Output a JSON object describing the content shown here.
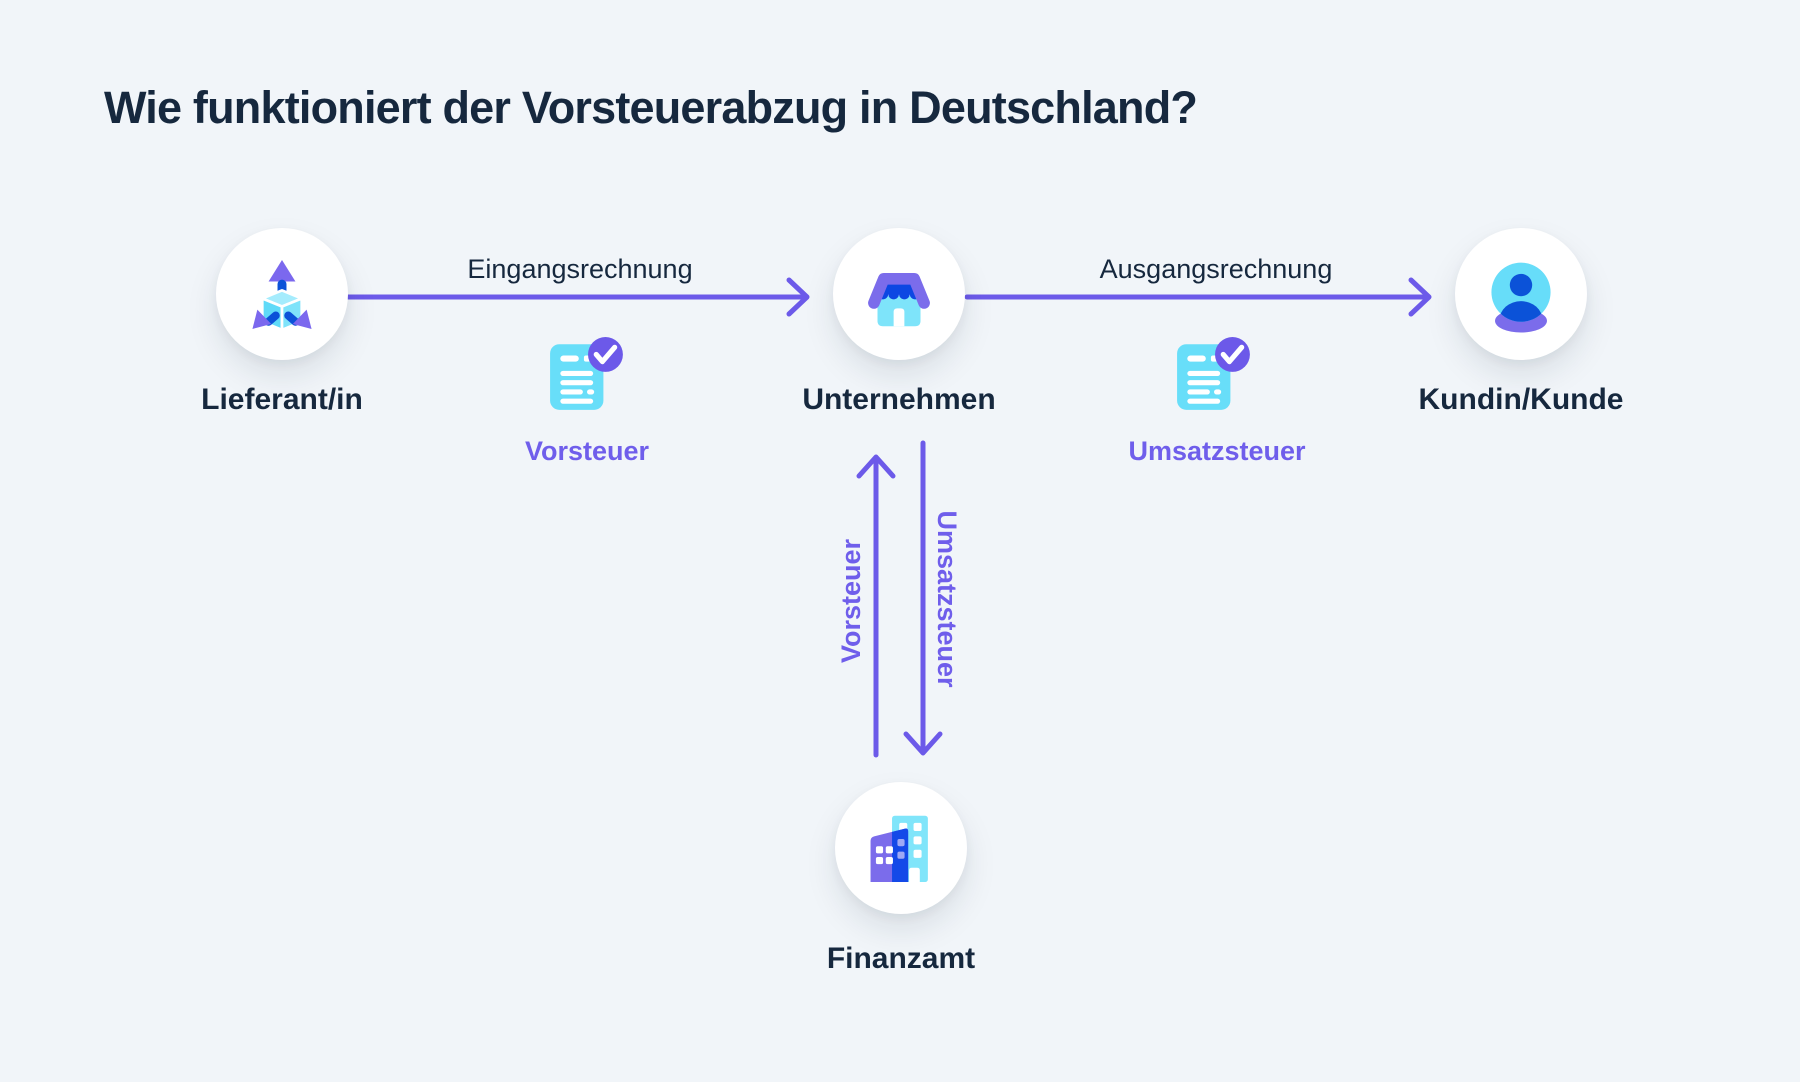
{
  "page": {
    "title": "Wie funktioniert der Vorsteuerabzug in Deutschland?",
    "background": "#F1F5F9"
  },
  "palette": {
    "accent_purple": "#6C5AE9",
    "purple_text": "#6F5EEB",
    "cyan": "#63DCF9",
    "cyan_light": "#7FE4FA",
    "navy_text": "#16283E",
    "royal_blue": "#0D47E3",
    "node_background": "#FFFFFF"
  },
  "nodes": [
    {
      "id": "lieferant",
      "label": "Lieferant/in",
      "icon": "package-distribute-icon"
    },
    {
      "id": "unternehmen",
      "label": "Unternehmen",
      "icon": "storefront-icon"
    },
    {
      "id": "kunde",
      "label": "Kundin/Kunde",
      "icon": "person-icon"
    },
    {
      "id": "finanzamt",
      "label": "Finanzamt",
      "icon": "buildings-icon"
    }
  ],
  "flows": {
    "horizontal": [
      {
        "label": "Eingangsrechnung",
        "from": "Lieferant/in",
        "to": "Unternehmen"
      },
      {
        "label": "Ausgangsrechnung",
        "from": "Unternehmen",
        "to": "Kundin/Kunde"
      }
    ],
    "vertical": [
      {
        "label": "Vorsteuer",
        "direction": "up",
        "from": "Finanzamt",
        "to": "Unternehmen"
      },
      {
        "label": "Umsatzsteuer",
        "direction": "down",
        "from": "Unternehmen",
        "to": "Finanzamt"
      }
    ]
  },
  "documents": [
    {
      "label": "Vorsteuer",
      "icon": "invoice-check-icon"
    },
    {
      "label": "Umsatzsteuer",
      "icon": "invoice-check-icon"
    }
  ]
}
